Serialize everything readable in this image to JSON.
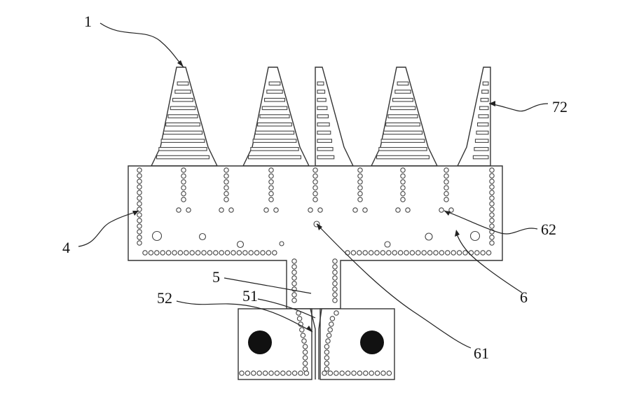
{
  "figure": {
    "labels": {
      "ref_1": "1",
      "ref_72": "72",
      "ref_4": "4",
      "ref_62": "62",
      "ref_5": "5",
      "ref_51": "51",
      "ref_52": "52",
      "ref_6": "6",
      "ref_61": "61"
    }
  }
}
